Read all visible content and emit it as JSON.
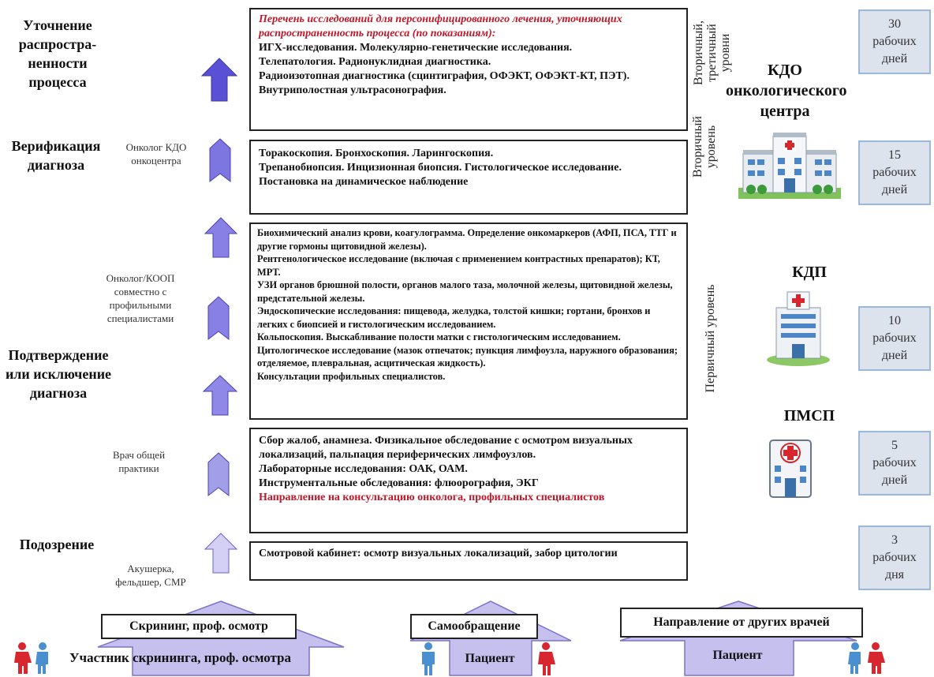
{
  "stages": {
    "clarify": "Уточнение распростра-ненности процесса",
    "verify": "Верификация диагноза",
    "confirm": "Подтверждение или исключение диагноза",
    "suspect": "Подозрение"
  },
  "actors": {
    "oncologist_kdo": "Онколог КДО онкоцентра",
    "oncologist_koop": "Онколог/КООП совместно с профильными специалистами",
    "gp": "Врач общей практики",
    "midwife": "Акушерка, фельдшер, СМР"
  },
  "boxes": {
    "b1": {
      "title": "Перечень исследований для персонифицированного лечения, уточняющих распространенность процесса (по показаниям):",
      "lines": [
        "ИГХ-исследования. Молекулярно-генетические исследования.",
        "Телепатология. Радионуклидная диагностика.",
        "Радиоизотопная диагностика (сцинтиграфия, ОФЭКТ, ОФЭКТ-КТ, ПЭТ).",
        "Внутриполостная ультрасонография."
      ]
    },
    "b2": {
      "lines": [
        "Торакоскопия. Бронхоскопия. Ларингоскопия.",
        "Трепанобиопсия. Инцизионная биопсия. Гистологическое исследование.",
        "Постановка на динамическое наблюдение"
      ]
    },
    "b3": {
      "lines": [
        "Биохимический анализ крови, коагулограмма. Определение онкомаркеров (АФП, ПСА, ТТГ и другие гормоны щитовидной железы).",
        "Рентгенологическое исследование (включая с применением контрастных препаратов); КТ, МРТ.",
        "УЗИ органов брюшной полости, органов малого таза, молочной железы, щитовидной железы, предстательной железы.",
        "Эндоскопические исследования: пищевода, желудка, толстой кишки; гортани, бронхов и легких с биопсией и гистологическим исследованием.",
        "Кольпоскопия.  Выскабливание полости матки с гистологическим исследованием.",
        "Цитологическое исследование (мазок отпечаток; пункция лимфоузла, наружного образования; отделяемое, плевральная, асцитическая жидкость).",
        "Консультации профильных специалистов."
      ]
    },
    "b4": {
      "lines": [
        "Сбор жалоб, анамнеза. Физикальное обследование с осмотром визуальных локализаций, пальпация периферических лимфоузлов.",
        "Лабораторные исследования: ОАК, ОАМ.",
        "Инструментальные обследования: флюорография, ЭКГ"
      ],
      "red": "Направление на консультацию онколога, профильных специалистов"
    },
    "b5": {
      "lines": [
        "Смотровой кабинет: осмотр визуальных локализаций, забор цитологии"
      ]
    }
  },
  "levels": {
    "secondary_tertiary": "Вторичный, третичный уровни",
    "secondary": "Вторичный уровень",
    "primary": "Первичный уровень"
  },
  "facilities": {
    "kdo": "КДО онкологического центра",
    "kdp": "КДП",
    "pmsp": "ПМСП"
  },
  "days": {
    "d30": [
      "30",
      "рабочих",
      "дней"
    ],
    "d15": [
      "15",
      "рабочих",
      "дней"
    ],
    "d10": [
      "10",
      "рабочих",
      "дней"
    ],
    "d5": [
      "5",
      "рабочих",
      "дней"
    ],
    "d3": [
      "3",
      "рабочих",
      "дня"
    ]
  },
  "bottom": {
    "screening": "Скрининг, проф. осмотр",
    "self": "Самообращение",
    "referral": "Направление от других врачей",
    "participant": "Участник скрининга, проф. осмотра",
    "patient1": "Пациент",
    "patient2": "Пациент"
  },
  "colors": {
    "arrow_dark": "#6a5fd8",
    "arrow_mid": "#8b84e0",
    "arrow_light": "#c9c3f0",
    "red": "#c0182a",
    "days_bg": "#dde3ec"
  }
}
